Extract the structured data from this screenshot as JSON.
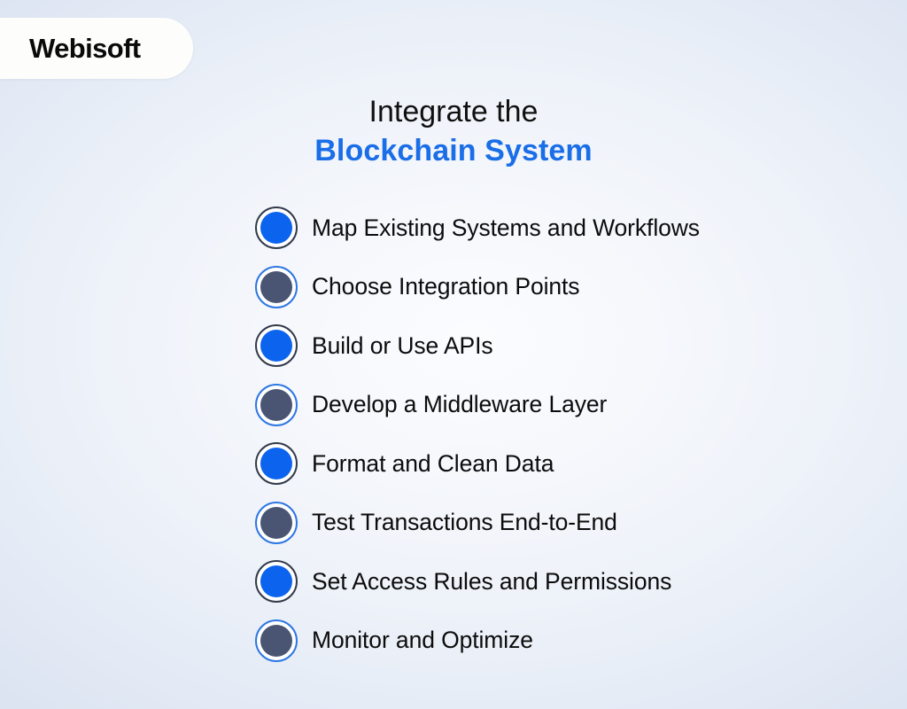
{
  "brand": {
    "logo_text": "Webisoft"
  },
  "heading": {
    "line1": "Integrate the",
    "line2": "Blockchain System"
  },
  "colors": {
    "accent_blue": "#1a6ee8",
    "bullet_blue": "#0c63ee",
    "bullet_slate": "#4a5573",
    "bullet_ring_dark": "#333a4a",
    "bullet_ring_blue": "#2f77e3",
    "text_dark": "#0c0c0c",
    "background_center": "#fbfcfe",
    "background_edge": "#c9d3e6"
  },
  "steps": [
    {
      "label": "Map Existing Systems and Workflows",
      "marker": "blue"
    },
    {
      "label": "Choose Integration Points",
      "marker": "slate"
    },
    {
      "label": "Build or Use APIs",
      "marker": "blue"
    },
    {
      "label": "Develop a Middleware Layer",
      "marker": "slate"
    },
    {
      "label": "Format and Clean Data",
      "marker": "blue"
    },
    {
      "label": "Test Transactions End-to-End",
      "marker": "slate"
    },
    {
      "label": "Set Access Rules and Permissions",
      "marker": "blue"
    },
    {
      "label": "Monitor and Optimize",
      "marker": "slate"
    }
  ]
}
